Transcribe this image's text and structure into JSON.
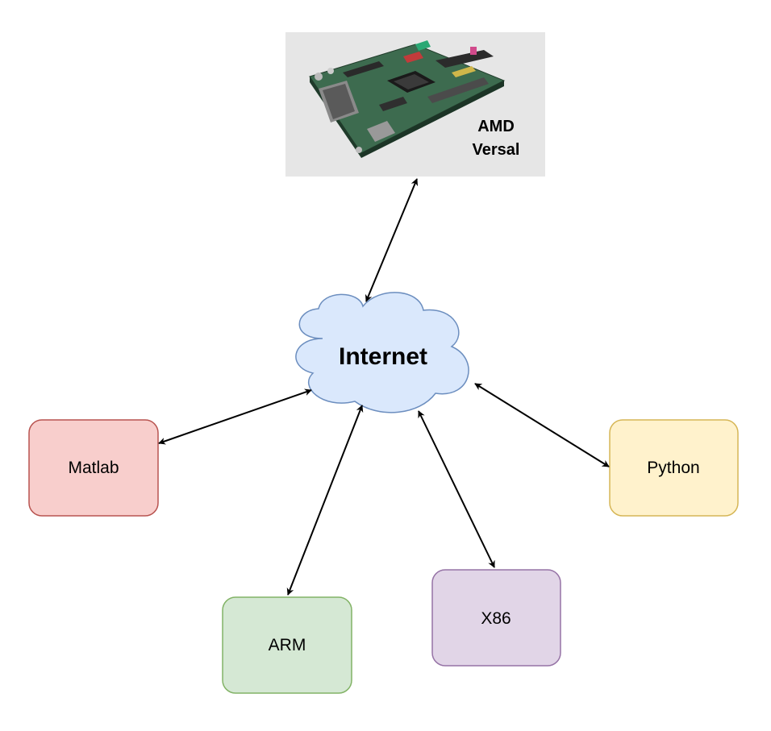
{
  "board": {
    "label_line1": "AMD",
    "label_line2": "Versal",
    "icon": "fpga-board-icon"
  },
  "cloud": {
    "label": "Internet"
  },
  "nodes": {
    "matlab": "Matlab",
    "arm": "ARM",
    "x86": "X86",
    "python": "Python"
  },
  "colors": {
    "board_bg": "#e6e6e6",
    "cloud_fill": "#dae8fc",
    "cloud_stroke": "#6c8ebf",
    "matlab_fill": "#f8cecc",
    "matlab_stroke": "#b85450",
    "arm_fill": "#d5e8d4",
    "arm_stroke": "#82b366",
    "x86_fill": "#e1d5e7",
    "x86_stroke": "#9673a6",
    "python_fill": "#fff2cc",
    "python_stroke": "#d6b656"
  }
}
